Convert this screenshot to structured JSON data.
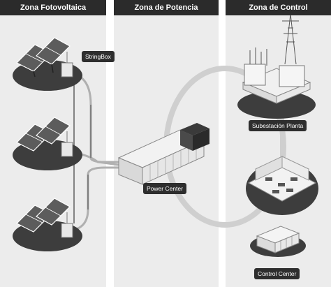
{
  "zones": [
    {
      "title": "Zona Fotovoltaica"
    },
    {
      "title": "Zona de Potencia"
    },
    {
      "title": "Zona de Control"
    }
  ],
  "labels": {
    "stringbox": "StringBox",
    "power_center": "Power Center",
    "substation": "Subestación Planta",
    "control_center": "Control Center"
  },
  "colors": {
    "header_bg": "#2b2b2b",
    "label_bg": "#2e2e2e",
    "zone_fill": "#ececec",
    "ground_disc": "#3d3d3d",
    "ring": "#cfcfcf"
  }
}
